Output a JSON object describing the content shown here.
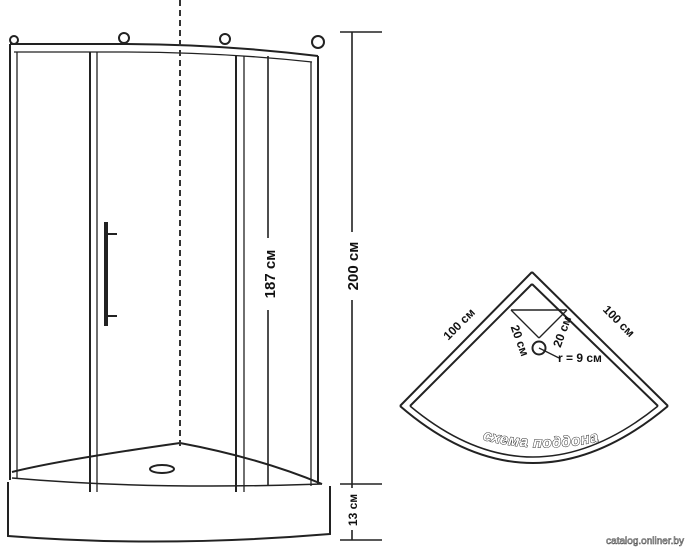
{
  "cabin": {
    "door_height_label": "187 см",
    "total_height_label": "200 см",
    "tray_height_label": "13 см"
  },
  "tray_scheme": {
    "left_side_label": "100 см",
    "right_side_label": "100 см",
    "drain_left_offset_label": "20 см",
    "drain_right_offset_label": "20 см",
    "drain_radius_label": "r = 9 см",
    "caption": "схема поддона"
  },
  "watermark": "catalog.onliner.by"
}
